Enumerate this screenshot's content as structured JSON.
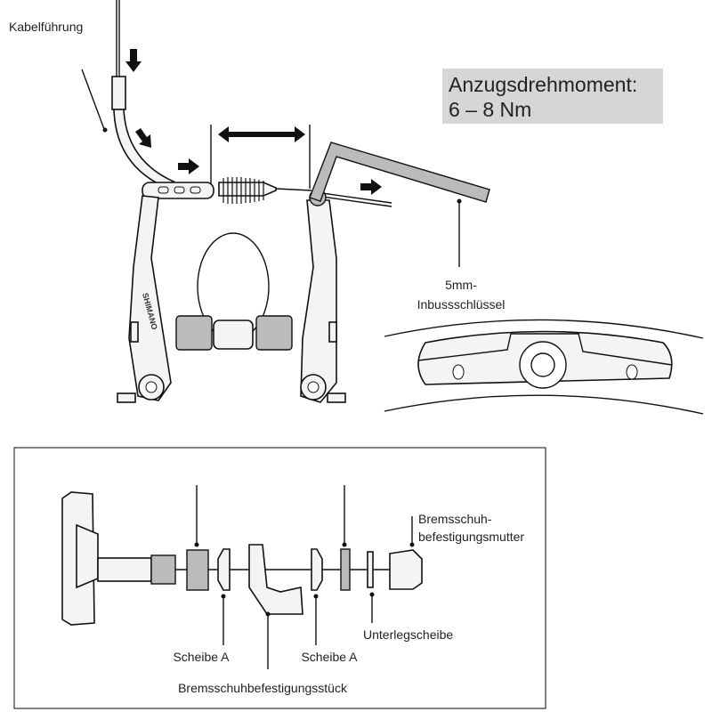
{
  "top": {
    "cable_guide_label": "Kabelführung",
    "torque_title": "Anzugsdrehmoment:",
    "torque_value": "6 – 8 Nm",
    "hex_key_label_line1": "5mm-",
    "hex_key_label_line2": "Inbussschlüssel",
    "brand_text": "SHIMANO"
  },
  "bottom": {
    "nut_label_line1": "Bremsschuh-",
    "nut_label_line2": "befestigungsmutter",
    "washer_label": "Unterlegscheibe",
    "spacer_a_left": "Scheibe A",
    "spacer_a_right": "Scheibe A",
    "fixing_piece_label": "Bremsschuhbefestigungsstück"
  },
  "colors": {
    "torque_box": "#d6d6d6",
    "line": "#111111"
  }
}
